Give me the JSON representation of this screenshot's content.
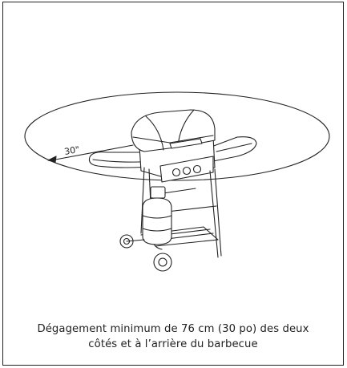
{
  "diagram": {
    "clearance_label": "30\""
  },
  "caption": {
    "line1": "Dégagement minimum de 76 cm (30 po) des deux",
    "line2": "côtés et à l’arrière du barbecue"
  },
  "colors": {
    "stroke": "#222222",
    "background": "#ffffff"
  }
}
